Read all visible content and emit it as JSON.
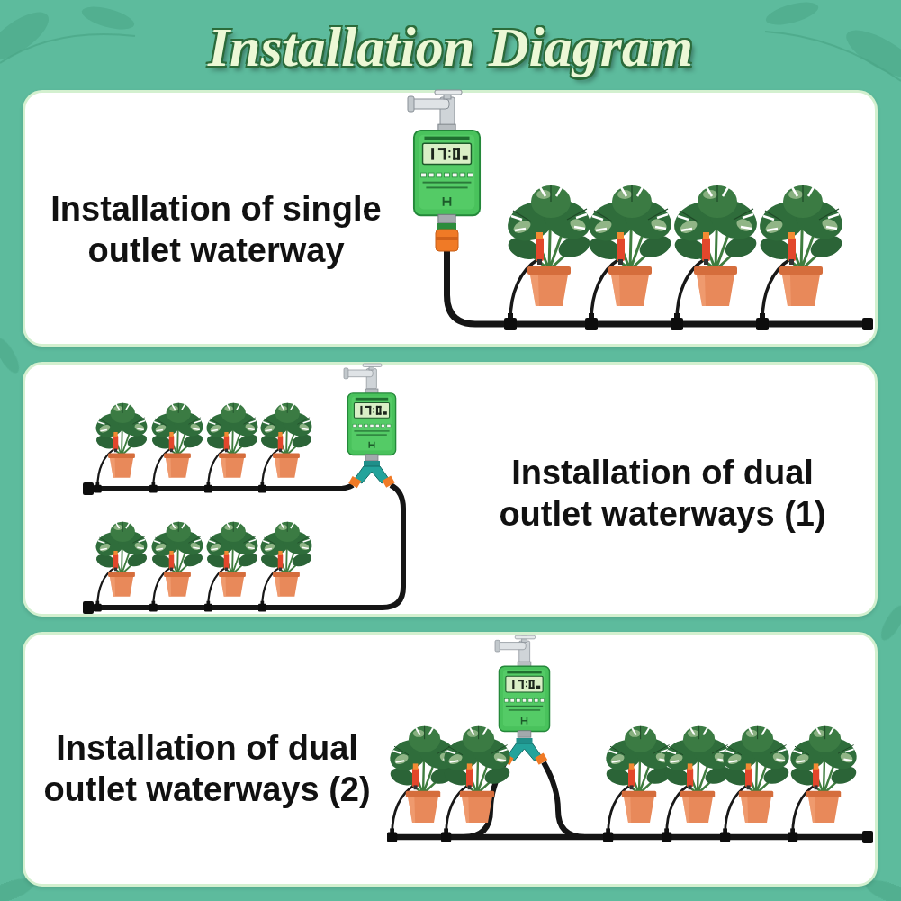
{
  "diagram": {
    "title": "Installation Diagram",
    "nodes": [
      {
        "text": [
          "Installation of single outlet waterway"
        ]
      },
      {
        "text": [
          "Installation of dual outlet waterways (1)"
        ]
      },
      {
        "text": [
          "Installation of dual outlet waterways (2)"
        ]
      }
    ]
  }
}
